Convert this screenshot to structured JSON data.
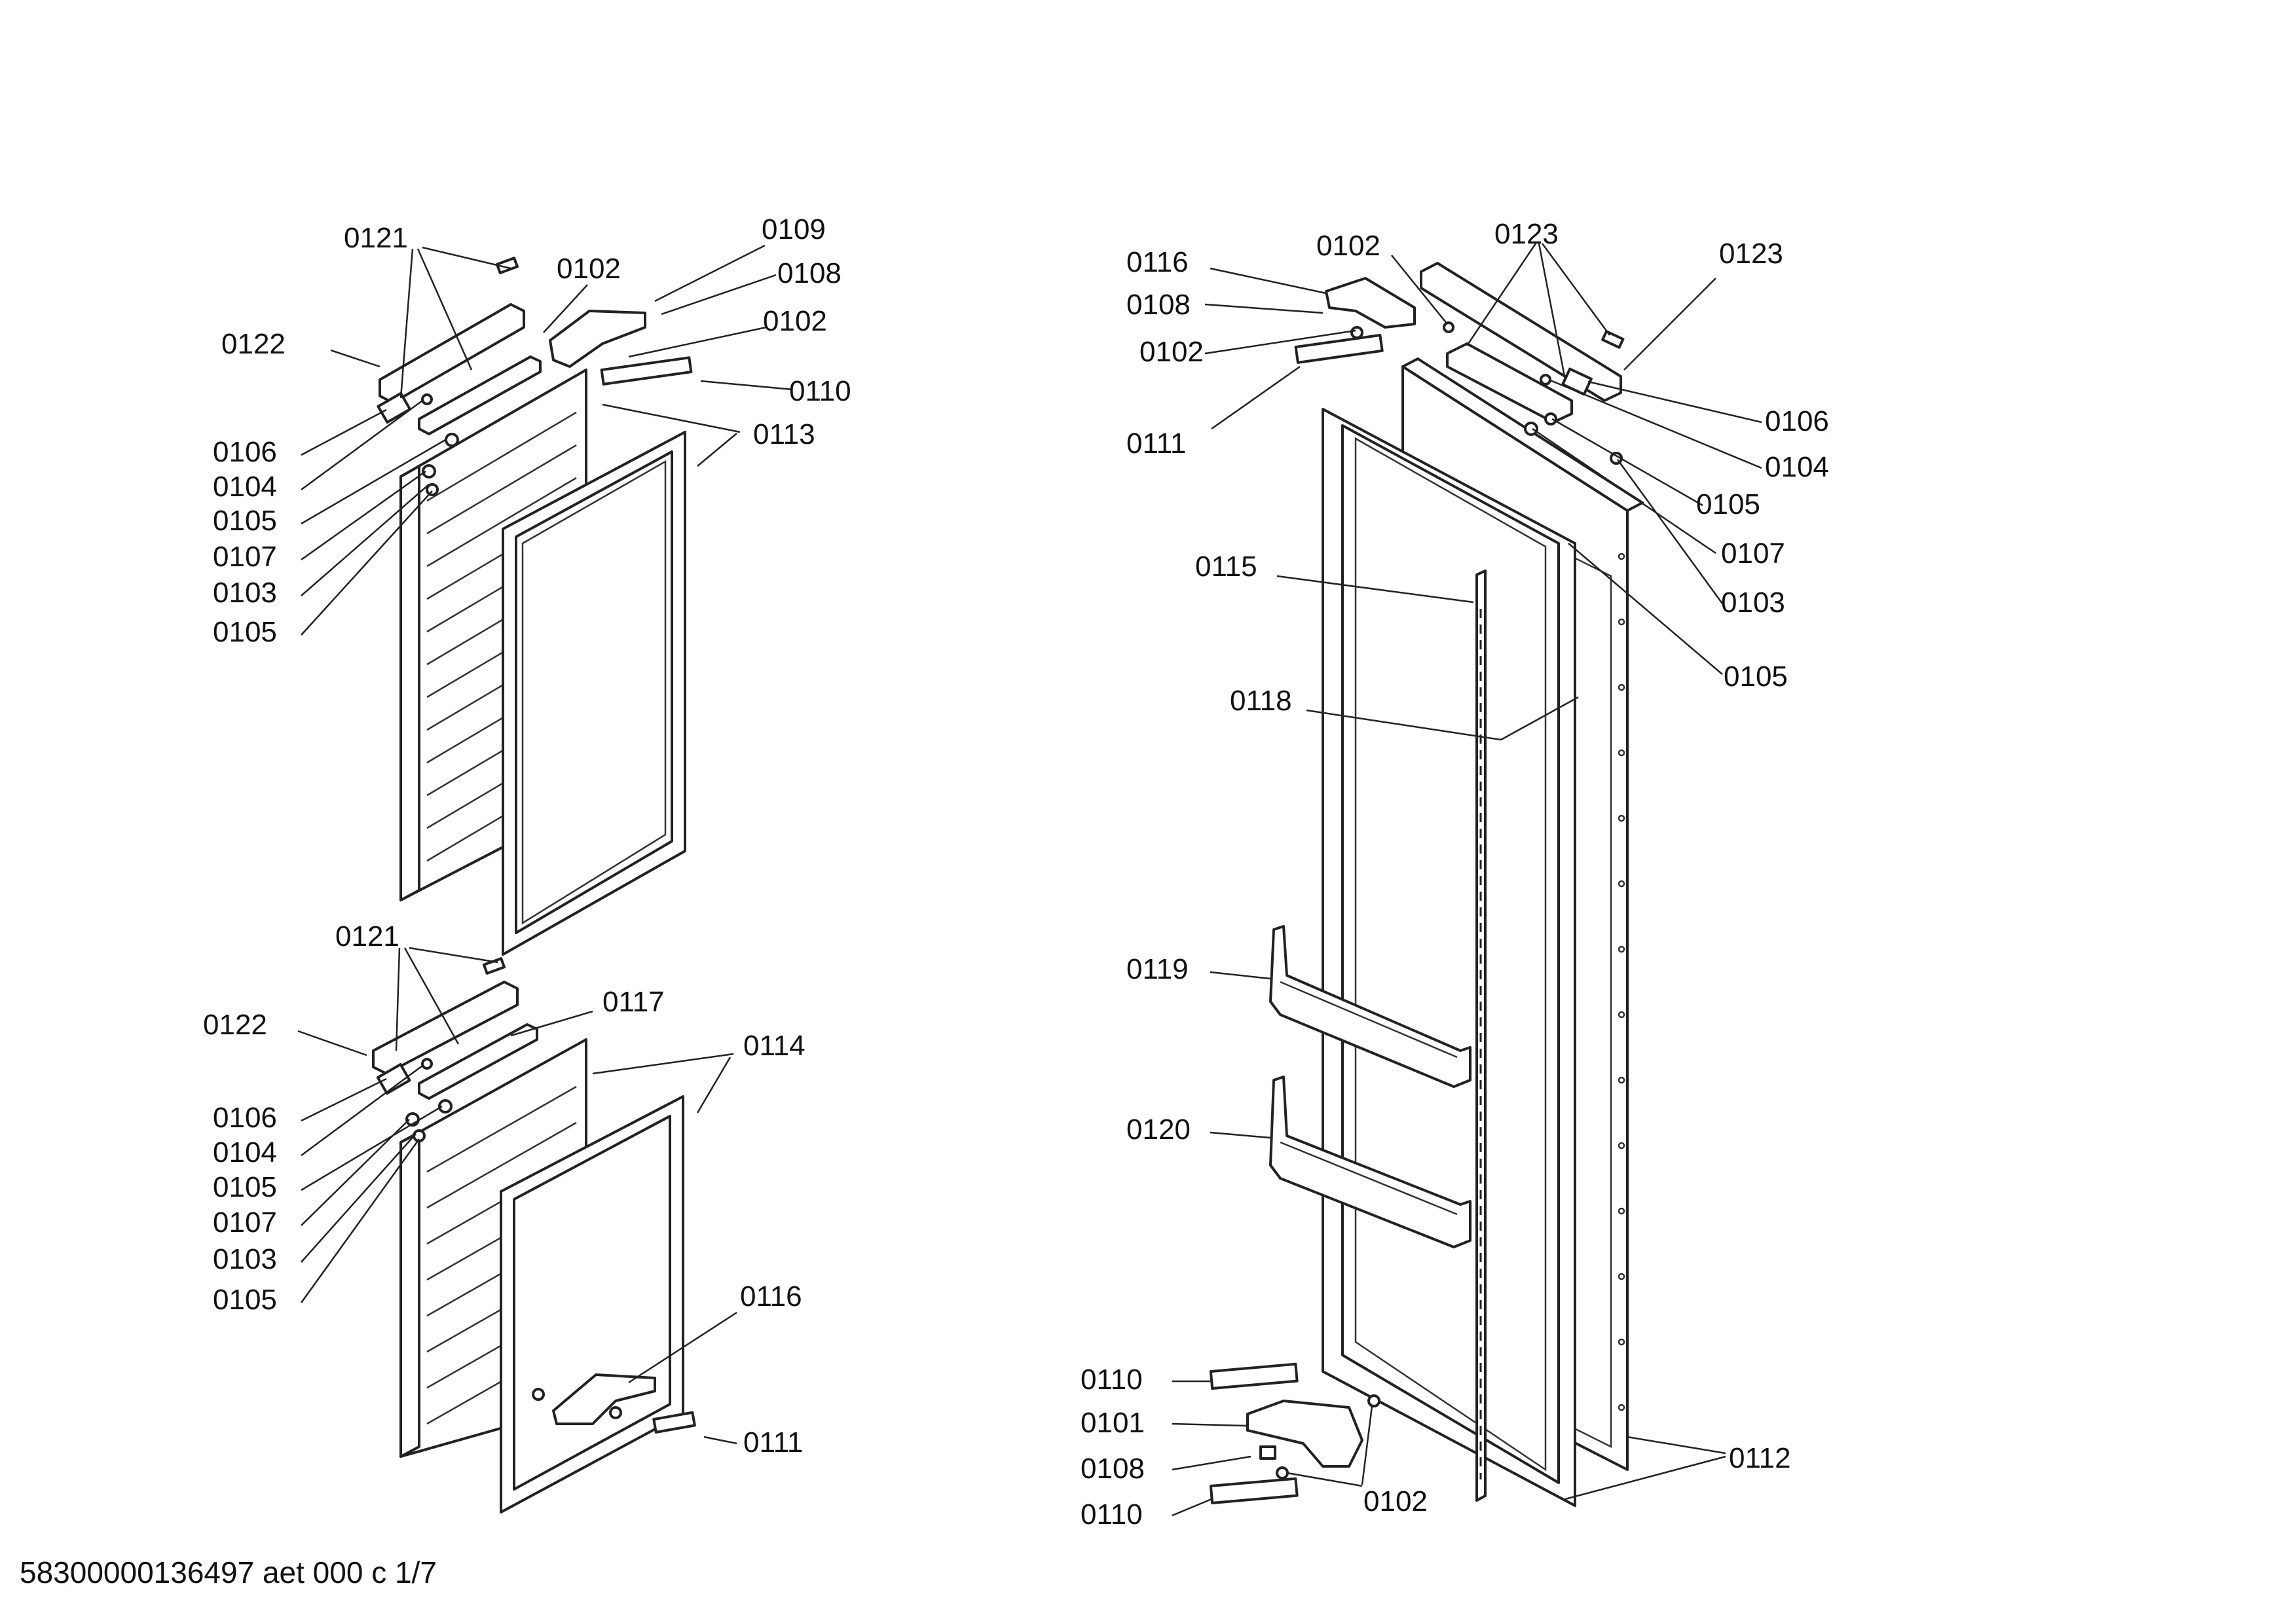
{
  "footer": {
    "document_code": "58300000136497 aet 000 c 1/7"
  },
  "labels": [
    {
      "id": "l1",
      "text": "0121"
    },
    {
      "id": "l2",
      "text": "0102"
    },
    {
      "id": "l3",
      "text": "0109"
    },
    {
      "id": "l4",
      "text": "0108"
    },
    {
      "id": "l5",
      "text": "0122"
    },
    {
      "id": "l6",
      "text": "0102"
    },
    {
      "id": "l7",
      "text": "0110"
    },
    {
      "id": "l8",
      "text": "0113"
    },
    {
      "id": "l9",
      "text": "0106"
    },
    {
      "id": "l10",
      "text": "0104"
    },
    {
      "id": "l11",
      "text": "0105"
    },
    {
      "id": "l12",
      "text": "0107"
    },
    {
      "id": "l13",
      "text": "0103"
    },
    {
      "id": "l14",
      "text": "0105"
    },
    {
      "id": "l15",
      "text": "0121"
    },
    {
      "id": "l16",
      "text": "0117"
    },
    {
      "id": "l17",
      "text": "0122"
    },
    {
      "id": "l18",
      "text": "0114"
    },
    {
      "id": "l19",
      "text": "0106"
    },
    {
      "id": "l20",
      "text": "0104"
    },
    {
      "id": "l21",
      "text": "0105"
    },
    {
      "id": "l22",
      "text": "0107"
    },
    {
      "id": "l23",
      "text": "0103"
    },
    {
      "id": "l24",
      "text": "0105"
    },
    {
      "id": "l25",
      "text": "0116"
    },
    {
      "id": "l26",
      "text": "0111"
    },
    {
      "id": "r1",
      "text": "0116"
    },
    {
      "id": "r2",
      "text": "0102"
    },
    {
      "id": "r3",
      "text": "0123"
    },
    {
      "id": "r4",
      "text": "0123"
    },
    {
      "id": "r5",
      "text": "0108"
    },
    {
      "id": "r6",
      "text": "0102"
    },
    {
      "id": "r7",
      "text": "0111"
    },
    {
      "id": "r8",
      "text": "0106"
    },
    {
      "id": "r9",
      "text": "0104"
    },
    {
      "id": "r10",
      "text": "0105"
    },
    {
      "id": "r11",
      "text": "0107"
    },
    {
      "id": "r12",
      "text": "0103"
    },
    {
      "id": "r13",
      "text": "0115"
    },
    {
      "id": "r14",
      "text": "0105"
    },
    {
      "id": "r15",
      "text": "0118"
    },
    {
      "id": "r16",
      "text": "0119"
    },
    {
      "id": "r17",
      "text": "0120"
    },
    {
      "id": "r18",
      "text": "0110"
    },
    {
      "id": "r19",
      "text": "0101"
    },
    {
      "id": "r20",
      "text": "0112"
    },
    {
      "id": "r21",
      "text": "0108"
    },
    {
      "id": "r22",
      "text": "0102"
    },
    {
      "id": "r23",
      "text": "0110"
    }
  ]
}
